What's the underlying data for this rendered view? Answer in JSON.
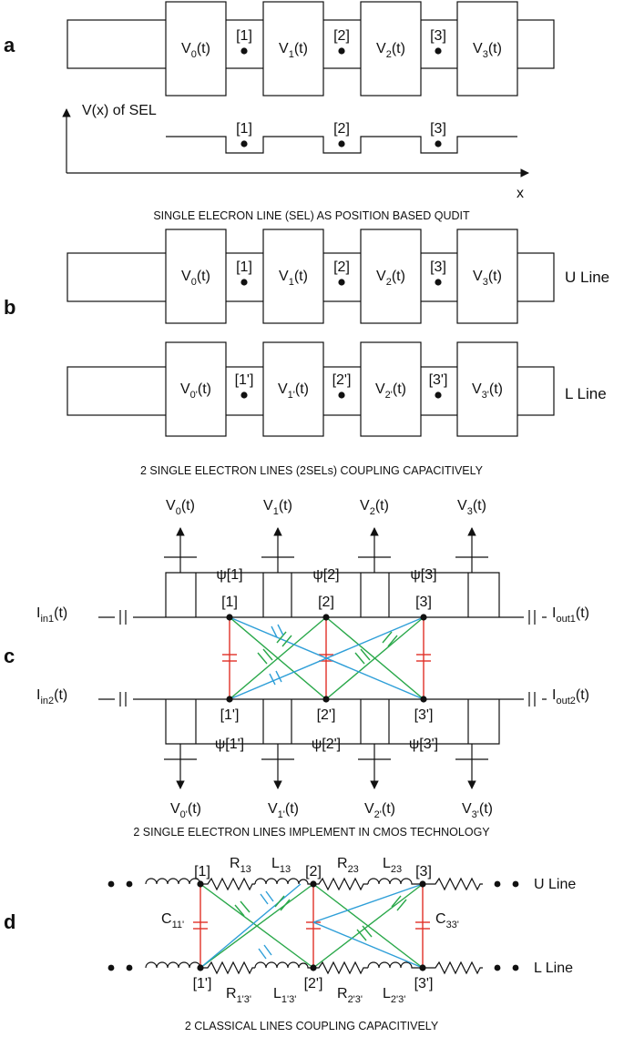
{
  "panel_labels": {
    "a": "a",
    "b": "b",
    "c": "c",
    "d": "d"
  },
  "colors": {
    "coupling_vertical": "#e03127",
    "coupling_cross": "#2aa84a",
    "coupling_long": "#2f9fd8",
    "ink": "#111111"
  },
  "panel_a": {
    "gates": [
      {
        "main": "V",
        "sub": "0",
        "tail": "(t)"
      },
      {
        "main": "V",
        "sub": "1",
        "tail": "(t)"
      },
      {
        "main": "V",
        "sub": "2",
        "tail": "(t)"
      },
      {
        "main": "V",
        "sub": "3",
        "tail": "(t)"
      }
    ],
    "dots": [
      "[1]",
      "[2]",
      "[3]"
    ],
    "potential_label": "V(x) of SEL",
    "potential_dots": [
      "[1]",
      "[2]",
      "[3]"
    ],
    "x_axis_label": "x",
    "caption": "SINGLE ELECRON LINE (SEL) AS POSITION BASED QUDIT"
  },
  "panel_b": {
    "u_gates": [
      {
        "main": "V",
        "sub": "0",
        "tail": "(t)"
      },
      {
        "main": "V",
        "sub": "1",
        "tail": "(t)"
      },
      {
        "main": "V",
        "sub": "2",
        "tail": "(t)"
      },
      {
        "main": "V",
        "sub": "3",
        "tail": "(t)"
      }
    ],
    "u_dots": [
      "[1]",
      "[2]",
      "[3]"
    ],
    "u_label": "U Line",
    "l_gates": [
      {
        "main": "V",
        "sub": "0'",
        "tail": "(t)"
      },
      {
        "main": "V",
        "sub": "1'",
        "tail": "(t)"
      },
      {
        "main": "V",
        "sub": "2'",
        "tail": "(t)"
      },
      {
        "main": "V",
        "sub": "3'",
        "tail": "(t)"
      }
    ],
    "l_dots": [
      "[1']",
      "[2']",
      "[3']"
    ],
    "l_label": "L Line",
    "caption": "2 SINGLE ELECTRON LINES (2SELs) COUPLING CAPACITIVELY"
  },
  "panel_c": {
    "top_voltages": [
      {
        "main": "V",
        "sub": "0",
        "tail": "(t)"
      },
      {
        "main": "V",
        "sub": "1",
        "tail": "(t)"
      },
      {
        "main": "V",
        "sub": "2",
        "tail": "(t)"
      },
      {
        "main": "V",
        "sub": "3",
        "tail": "(t)"
      }
    ],
    "top_psi": [
      "ψ[1]",
      "ψ[2]",
      "ψ[3]"
    ],
    "top_nodes": [
      "[1]",
      "[2]",
      "[3]"
    ],
    "bottom_voltages": [
      {
        "main": "V",
        "sub": "0'",
        "tail": "(t)"
      },
      {
        "main": "V",
        "sub": "1'",
        "tail": "(t)"
      },
      {
        "main": "V",
        "sub": "2'",
        "tail": "(t)"
      },
      {
        "main": "V",
        "sub": "3'",
        "tail": "(t)"
      }
    ],
    "bottom_psi": [
      "ψ[1']",
      "ψ[2']",
      "ψ[3']"
    ],
    "bottom_nodes": [
      "[1']",
      "[2']",
      "[3']"
    ],
    "inputs": [
      {
        "main": "I",
        "sub": "in1",
        "tail": "(t)"
      },
      {
        "main": "I",
        "sub": "in2",
        "tail": "(t)"
      }
    ],
    "outputs": [
      {
        "main": "I",
        "sub": "out1",
        "tail": "(t)"
      },
      {
        "main": "I",
        "sub": "out2",
        "tail": "(t)"
      }
    ],
    "caption": "2 SINGLE ELECTRON LINES IMPLEMENT IN CMOS TECHNOLOGY"
  },
  "panel_d": {
    "top_nodes": [
      "[1]",
      "[2]",
      "[3]"
    ],
    "bottom_nodes": [
      "[1']",
      "[2']",
      "[3']"
    ],
    "top_elements": [
      {
        "main": "R",
        "sub": "13"
      },
      {
        "main": "L",
        "sub": "13"
      },
      {
        "main": "R",
        "sub": "23"
      },
      {
        "main": "L",
        "sub": "23"
      }
    ],
    "bottom_elements": [
      {
        "main": "R",
        "sub": "1'3'"
      },
      {
        "main": "L",
        "sub": "1'3'"
      },
      {
        "main": "R",
        "sub": "2'3'"
      },
      {
        "main": "L",
        "sub": "2'3'"
      }
    ],
    "capacitors": [
      {
        "main": "C",
        "sub": "11'"
      },
      {
        "main": "C",
        "sub": "33'"
      }
    ],
    "u_label": "U Line",
    "l_label": "L Line",
    "caption": "2 CLASSICAL LINES COUPLING CAPACITIVELY"
  }
}
